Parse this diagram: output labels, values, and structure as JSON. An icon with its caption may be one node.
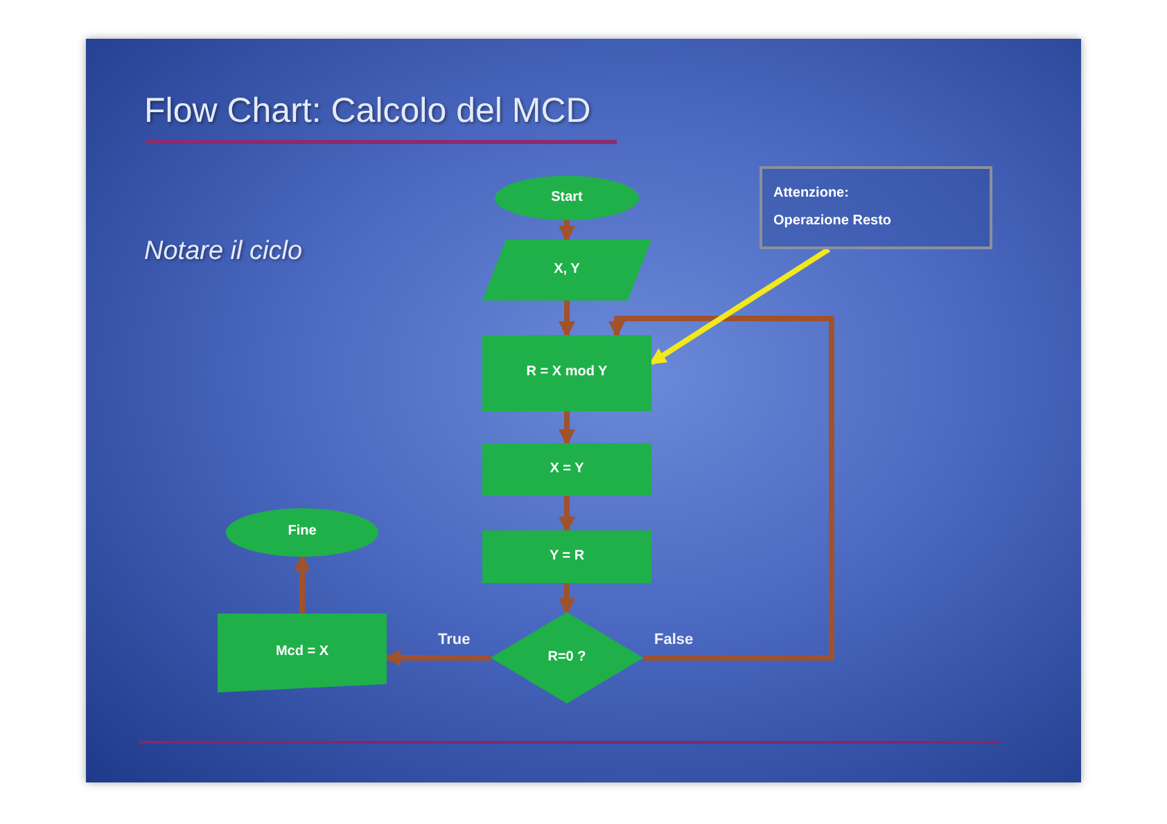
{
  "diagram": {
    "title": "Flow Chart: Calcolo del MCD",
    "nodes": [
      {
        "text": [
          "Start"
        ]
      },
      {
        "text": [
          "X, Y"
        ]
      },
      {
        "text": [
          "R = X mod Y"
        ]
      },
      {
        "text": [
          "X = Y"
        ]
      },
      {
        "text": [
          "Y = R"
        ]
      },
      {
        "text": [
          "R=0 ?"
        ]
      },
      {
        "text": [
          "Mcd = X"
        ]
      },
      {
        "text": [
          "Fine"
        ]
      },
      {
        "text": [
          "Attenzione:",
          "Operazione Resto"
        ]
      }
    ],
    "edges": [
      {
        "from": 0,
        "to": 1,
        "arrow": "to"
      },
      {
        "from": 1,
        "to": 2,
        "arrow": "to"
      },
      {
        "from": 2,
        "to": 3,
        "arrow": "to"
      },
      {
        "from": 3,
        "to": 4,
        "arrow": "to"
      },
      {
        "from": 4,
        "to": 5,
        "arrow": "to"
      },
      {
        "from": 5,
        "to": 6,
        "arrow": "to",
        "label": "True"
      },
      {
        "from": 5,
        "to": 2,
        "arrow": "to",
        "label": "False"
      },
      {
        "from": 6,
        "to": 7,
        "arrow": "to"
      },
      {
        "from": 8,
        "to": 2,
        "arrow": "to",
        "color": "#f2e81c"
      }
    ],
    "labels": [
      "Notare il ciclo"
    ]
  }
}
